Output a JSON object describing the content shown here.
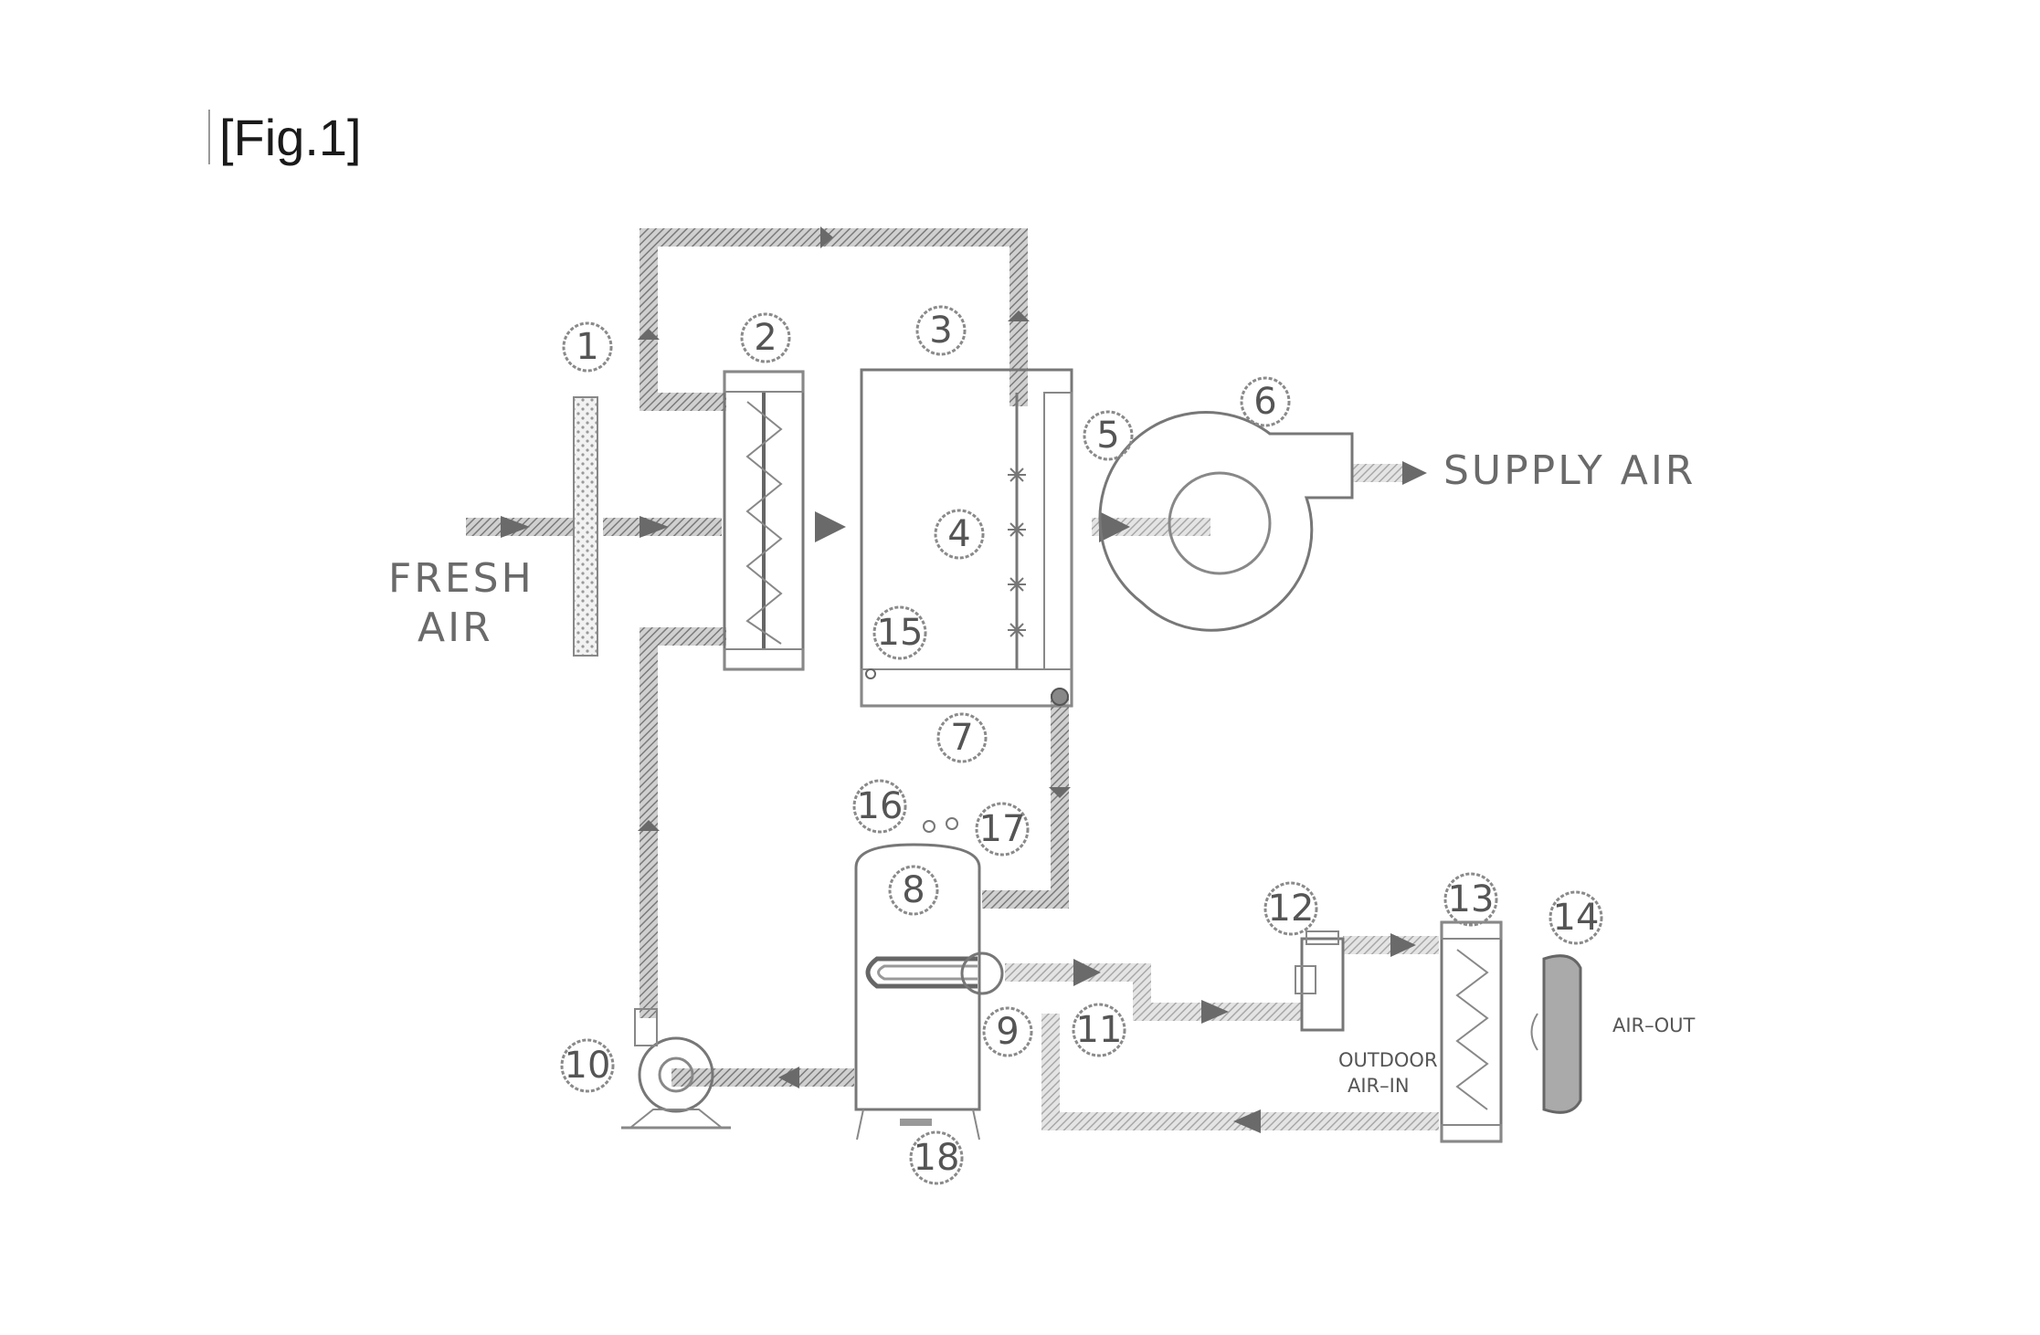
{
  "figure": {
    "title": "[Fig.1]",
    "labels": {
      "fresh_air_line1": "FRESH",
      "fresh_air_line2": "AIR",
      "supply_air": "SUPPLY  AIR",
      "outdoor_air_in_line1": "OUTDOOR",
      "outdoor_air_in_line2": "AIR–IN",
      "air_out": "AIR–OUT"
    },
    "component_numbers": [
      "1",
      "2",
      "3",
      "4",
      "5",
      "6",
      "7",
      "8",
      "9",
      "10",
      "11",
      "12",
      "13",
      "14",
      "15",
      "16",
      "17",
      "18"
    ]
  }
}
